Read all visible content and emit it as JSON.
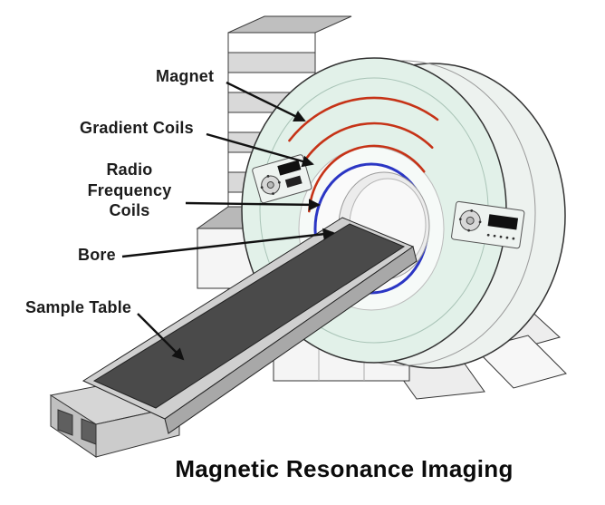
{
  "diagram": {
    "title": "Magnetic Resonance Imaging",
    "labels": {
      "magnet": "Magnet",
      "gradient_coils": "Gradient Coils",
      "rf_coils": "Radio Frequency Coils",
      "bore": "Bore",
      "sample_table": "Sample Table"
    },
    "colors": {
      "coil_red": "#c63317",
      "bore_blue": "#2b36c4",
      "housing_mint": "#e2f1e9",
      "table_dark": "#4a4a4a",
      "ink": "#111111"
    }
  }
}
